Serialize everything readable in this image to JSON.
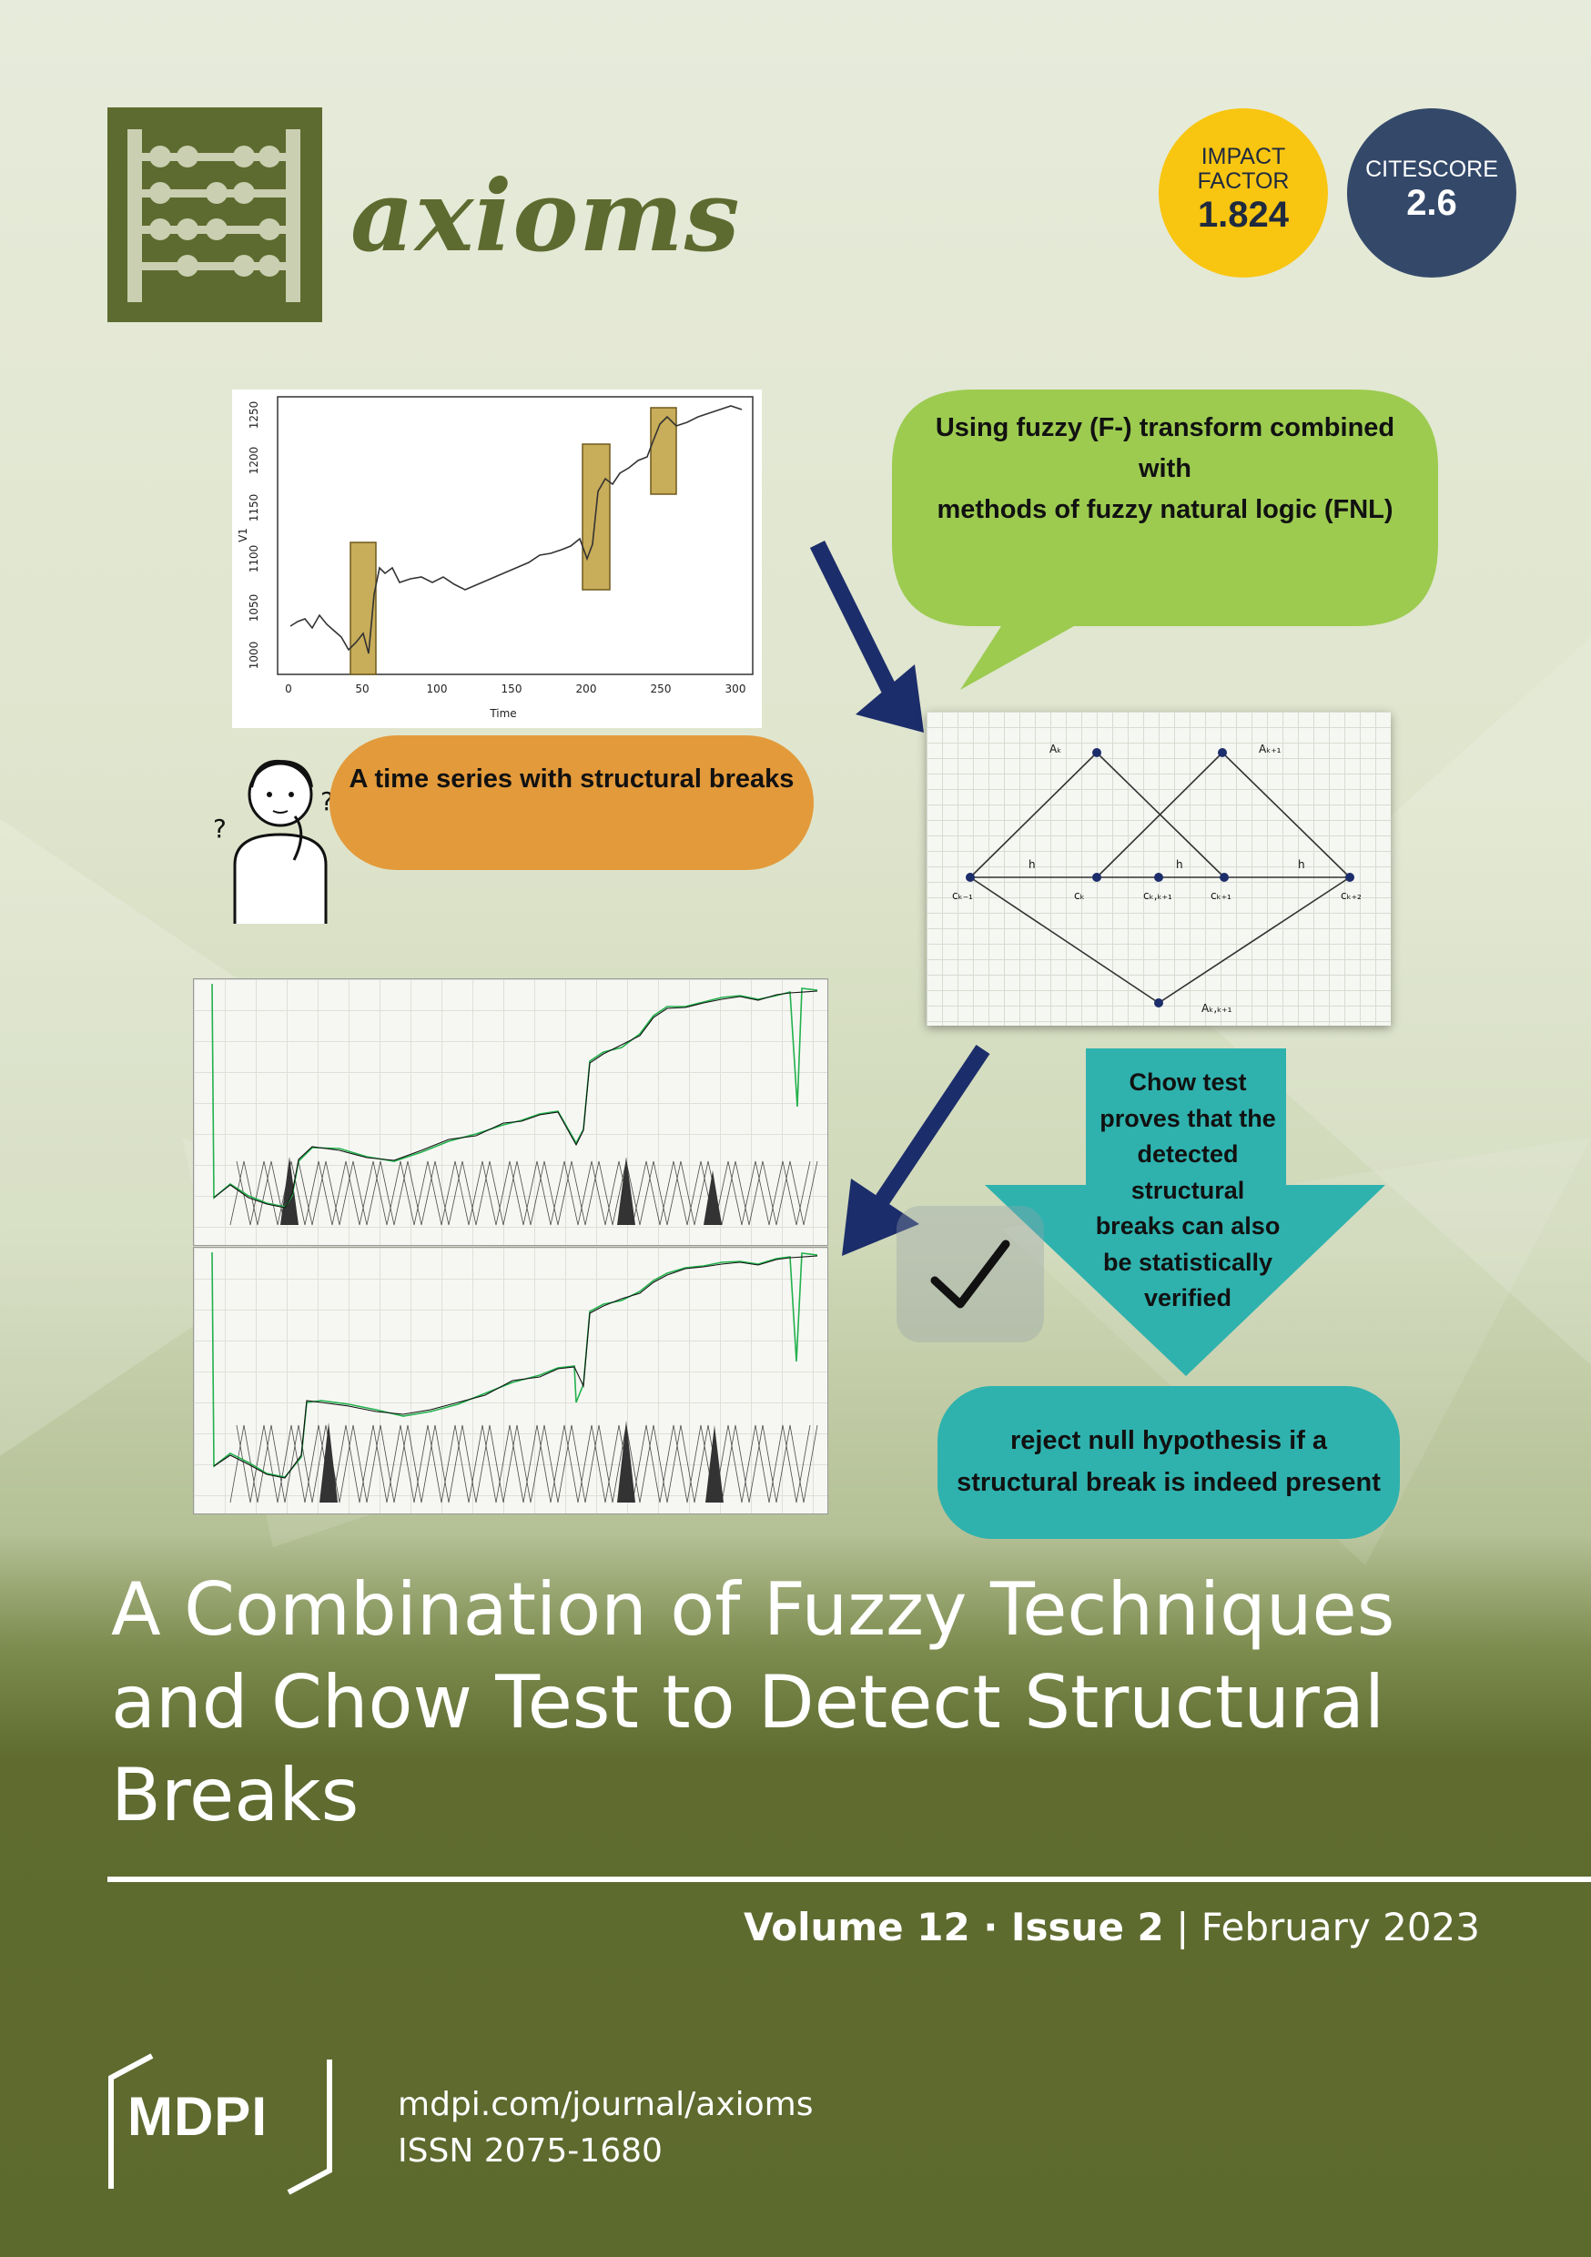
{
  "journal": {
    "name": "axioms"
  },
  "badges": {
    "impact_factor": {
      "label_line1": "IMPACT",
      "label_line2": "FACTOR",
      "value": "1.824",
      "color": "#f8c511"
    },
    "citescore": {
      "label": "CITESCORE",
      "value": "2.6",
      "color": "#34496a"
    }
  },
  "figure": {
    "bubble_method": "Using fuzzy (F-) transform combined with methods of fuzzy natural logic (FNL)",
    "bubble_method_lines": [
      "Using fuzzy (F-) transform combined",
      "with",
      "methods of fuzzy natural logic (FNL)"
    ],
    "bubble_time_series": "A time series with structural breaks",
    "chow_arrow_lines": [
      "Chow test",
      "proves that the",
      "detected",
      "structural",
      "breaks can also",
      "be statistically",
      "verified"
    ],
    "bubble_reject_lines": [
      "reject null hypothesis if a",
      "structural break is indeed present"
    ],
    "plot1": {
      "ylabel": "V1",
      "xlabel": "Time",
      "x_ticks": [
        "0",
        "50",
        "100",
        "150",
        "200",
        "250",
        "300"
      ],
      "y_ticks": [
        "1000",
        "1050",
        "1100",
        "1150",
        "1200",
        "1250"
      ]
    },
    "fuzzy_partition": {
      "labels": {
        "a_k": "Aₖ",
        "a_k1": "Aₖ₊₁",
        "a_kk1": "Aₖ,ₖ₊₁",
        "h1": "h",
        "h2": "h",
        "h3": "h",
        "c_km1": "cₖ₋₁",
        "c_k": "cₖ",
        "c_kk1": "cₖ,ₖ₊₁",
        "c_k1": "cₖ₊₁",
        "c_k2": "cₖ₊₂"
      }
    },
    "colors": {
      "green_bubble": "#9ccb50",
      "orange_bubble": "#e39a3b",
      "teal": "#2fb2ae",
      "navy_arrow": "#1c2d6b",
      "highlight": "#c8ad5a"
    }
  },
  "title": "A Combination of Fuzzy Techniques and Chow Test to Detect Structural Breaks",
  "title_lines": [
    "A Combination of Fuzzy Techniques",
    "and Chow Test to Detect Structural",
    "Breaks"
  ],
  "issue": {
    "volume": "Volume 12",
    "sep": " · ",
    "issue": "Issue 2",
    "bar": " | ",
    "date": "February 2023"
  },
  "footer": {
    "publisher": "MDPI",
    "url": "mdpi.com/journal/axioms",
    "issn": "ISSN 2075-1680"
  }
}
